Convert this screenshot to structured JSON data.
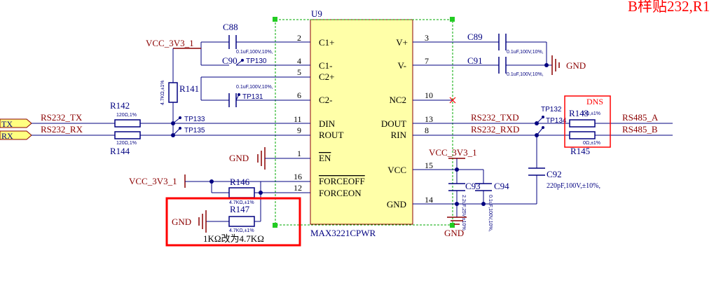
{
  "colors": {
    "wire": "#000080",
    "net": "#8b0000",
    "chip_fill": "#ffffa8",
    "chip_stroke": "#8b0000",
    "note_red": "#ff0000",
    "port_fill": "#ffff80",
    "selection": "#00aa00"
  },
  "chip": {
    "ref": "U9",
    "part": "MAX3221CPWR",
    "pins": {
      "c1p": {
        "num": "2",
        "name": "C1+"
      },
      "c1m": {
        "num": "4",
        "name": "C1-"
      },
      "c2p": {
        "num": "5",
        "name": "C2+"
      },
      "c2m": {
        "num": "6",
        "name": "C2-"
      },
      "din": {
        "num": "11",
        "name": "DIN"
      },
      "rout": {
        "num": "9",
        "name": "ROUT"
      },
      "en": {
        "num": "1",
        "name": "EN"
      },
      "foff": {
        "num": "16",
        "name": "FORCEOFF"
      },
      "fon": {
        "num": "12",
        "name": "FORCEON"
      },
      "vp": {
        "num": "3",
        "name": "V+"
      },
      "vm": {
        "num": "7",
        "name": "V-"
      },
      "nc2": {
        "num": "10",
        "name": "NC2"
      },
      "dout": {
        "num": "13",
        "name": "DOUT"
      },
      "rin": {
        "num": "8",
        "name": "RIN"
      },
      "vcc": {
        "num": "15",
        "name": "VCC"
      },
      "gnd": {
        "num": "14",
        "name": "GND"
      }
    }
  },
  "ports": {
    "tx": "TX",
    "rx": "RX"
  },
  "nets": {
    "vcc_top": "VCC_3V3_1",
    "vcc_mid": "VCC_3V3_1",
    "vcc_left": "VCC_3V3_1",
    "gnd_en": "GND",
    "gnd_vm": "GND",
    "gnd_bottom": "GND",
    "gnd_r147": "GND",
    "rs232_tx_left": "RS232_TX",
    "rs232_rx_left": "RS232_RX",
    "rs232_txd": "RS232_TXD",
    "rs232_rxd": "RS232_RXD",
    "rs485_a": "RS485_A",
    "rs485_b": "RS485_B"
  },
  "components": {
    "c88": {
      "ref": "C88",
      "value": "0.1uF,100V,10%,"
    },
    "c90": {
      "ref": "C90",
      "value": "0.1uF,100V,10%,"
    },
    "c89": {
      "ref": "C89",
      "value": "0.1uF,100V,10%,"
    },
    "c91": {
      "ref": "C91",
      "value": "0.1uF,100V,10%,"
    },
    "c92": {
      "ref": "C92",
      "value": "220pF,100V,±10%,"
    },
    "c93": {
      "ref": "C93",
      "value": "2.2uF,25V,±10%"
    },
    "c94": {
      "ref": "C94",
      "value": "0.1uF,100V,10%,"
    },
    "r141": {
      "ref": "R141",
      "value": "4.7KΩ,±1%"
    },
    "r142": {
      "ref": "R142",
      "value": "120Ω,1%"
    },
    "r144": {
      "ref": "R144",
      "value": "120Ω,1%"
    },
    "r146": {
      "ref": "R146",
      "value": "4.7KΩ,±1%"
    },
    "r147": {
      "ref": "R147",
      "value": "4.7KΩ,±1%"
    },
    "r143": {
      "ref": "R143",
      "value": "0Ω,±1%"
    },
    "r145": {
      "ref": "R145",
      "value": "0Ω,±1%"
    }
  },
  "testpoints": {
    "tp130": "TP130",
    "tp131": "TP131",
    "tp132": "TP132",
    "tp133": "TP133",
    "tp134": "TP134",
    "tp135": "TP135"
  },
  "notes": {
    "top_right": "B样贴232,R1",
    "dns": "DNS",
    "change": "1KΩ改为4.7KΩ"
  }
}
